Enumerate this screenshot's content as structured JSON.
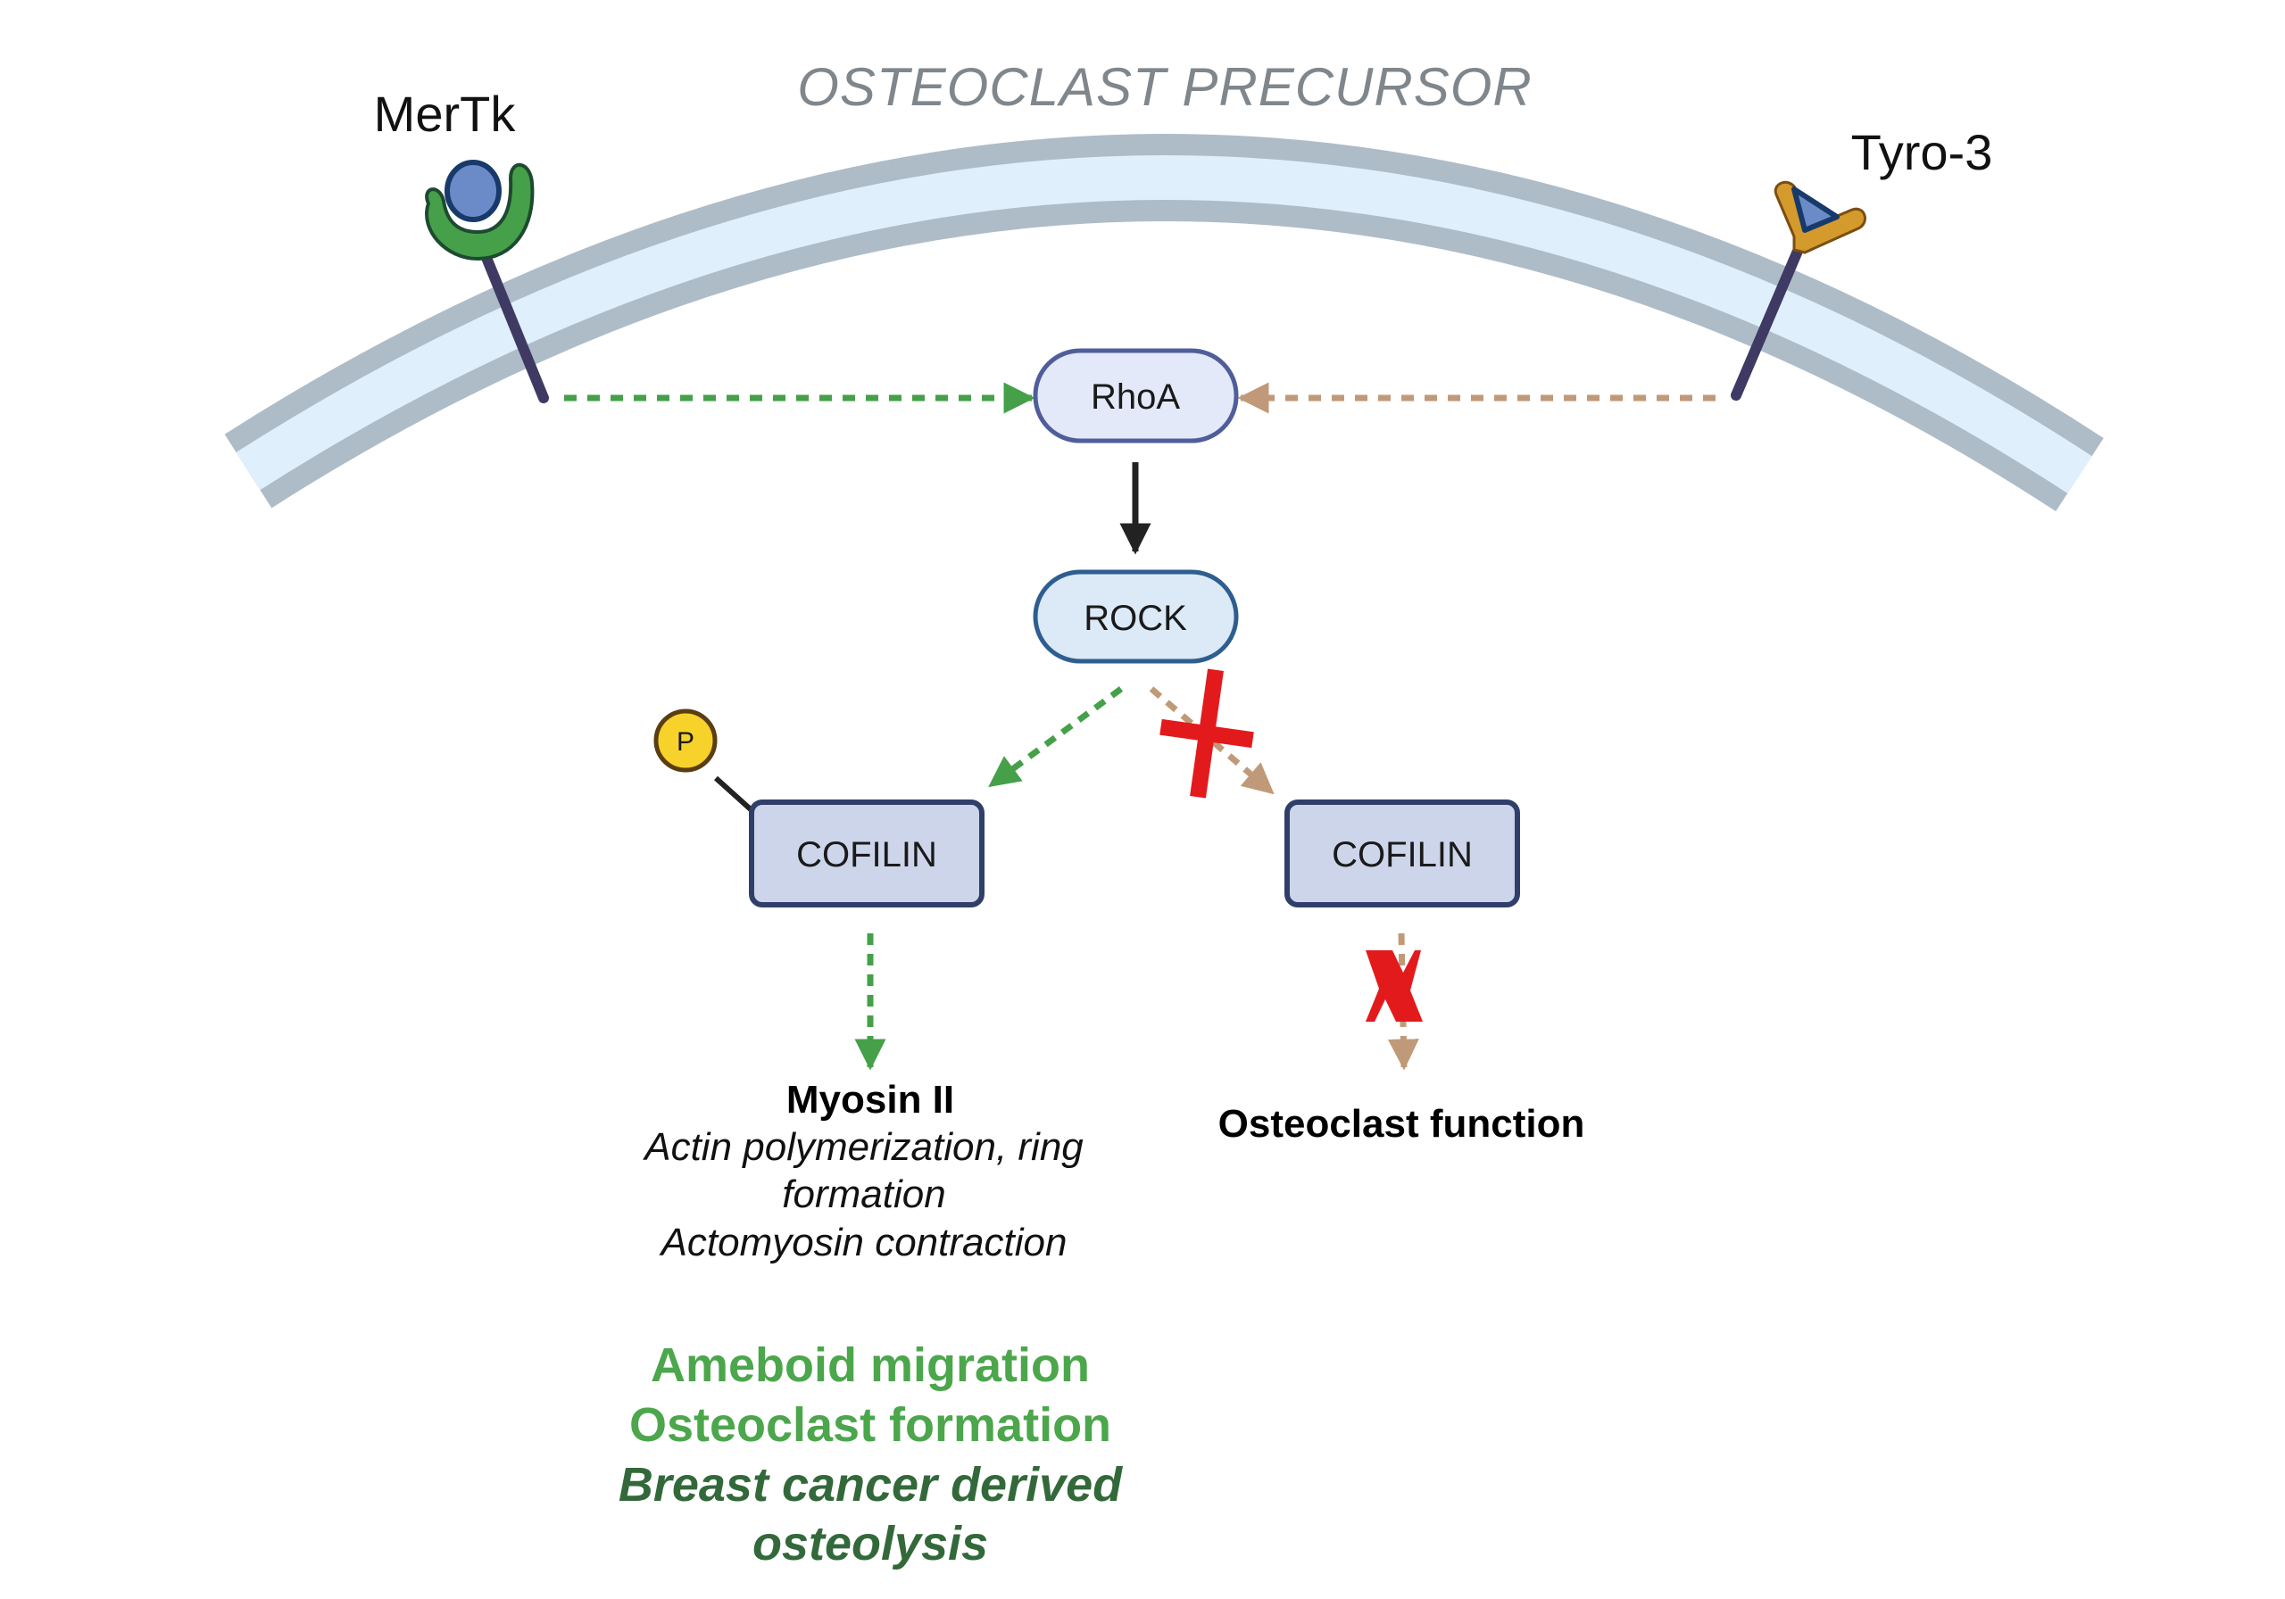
{
  "title": "OSTEOCLAST PRECURSOR",
  "receptors": {
    "left": {
      "label": "MerTk",
      "icon": "mertk-receptor-icon"
    },
    "right": {
      "label": "Tyro-3",
      "icon": "tyro3-receptor-icon"
    }
  },
  "nodes": {
    "rhoa": "RhoA",
    "rock": "ROCK",
    "cofilin_left": "COFILIN",
    "cofilin_right": "COFILIN",
    "phospho": "P"
  },
  "outcomes": {
    "left": {
      "heading": "Myosin II",
      "lines": [
        "Actin polymerization, ring",
        "formation",
        "Actomyosin contraction"
      ]
    },
    "right": {
      "heading": "Osteoclast function"
    },
    "effects": [
      "Ameboid migration",
      "Osteoclast formation",
      "Breast cancer derived",
      "osteolysis"
    ]
  },
  "edges": [
    {
      "from": "MerTk",
      "to": "RhoA",
      "style": "dashed",
      "color": "green"
    },
    {
      "from": "Tyro-3",
      "to": "RhoA",
      "style": "dashed",
      "color": "brown"
    },
    {
      "from": "RhoA",
      "to": "ROCK",
      "style": "solid",
      "color": "black"
    },
    {
      "from": "ROCK",
      "to": "COFILIN (phosphorylated)",
      "style": "dashed",
      "color": "green"
    },
    {
      "from": "ROCK",
      "to": "COFILIN",
      "style": "dashed",
      "color": "brown",
      "blocked": true
    },
    {
      "from": "COFILIN (phosphorylated)",
      "to": "Myosin II",
      "style": "dashed",
      "color": "green"
    },
    {
      "from": "COFILIN",
      "to": "Osteoclast function",
      "style": "dashed",
      "color": "brown",
      "blocked": true
    }
  ],
  "colors": {
    "membrane_outer": "#aebcc8",
    "membrane_inner": "#dfeffc",
    "green_path": "#45a049",
    "brown_path": "#c09a78",
    "block_x": "#e31a1c",
    "effect_light": "#4ca64c",
    "effect_dark": "#33693a"
  }
}
